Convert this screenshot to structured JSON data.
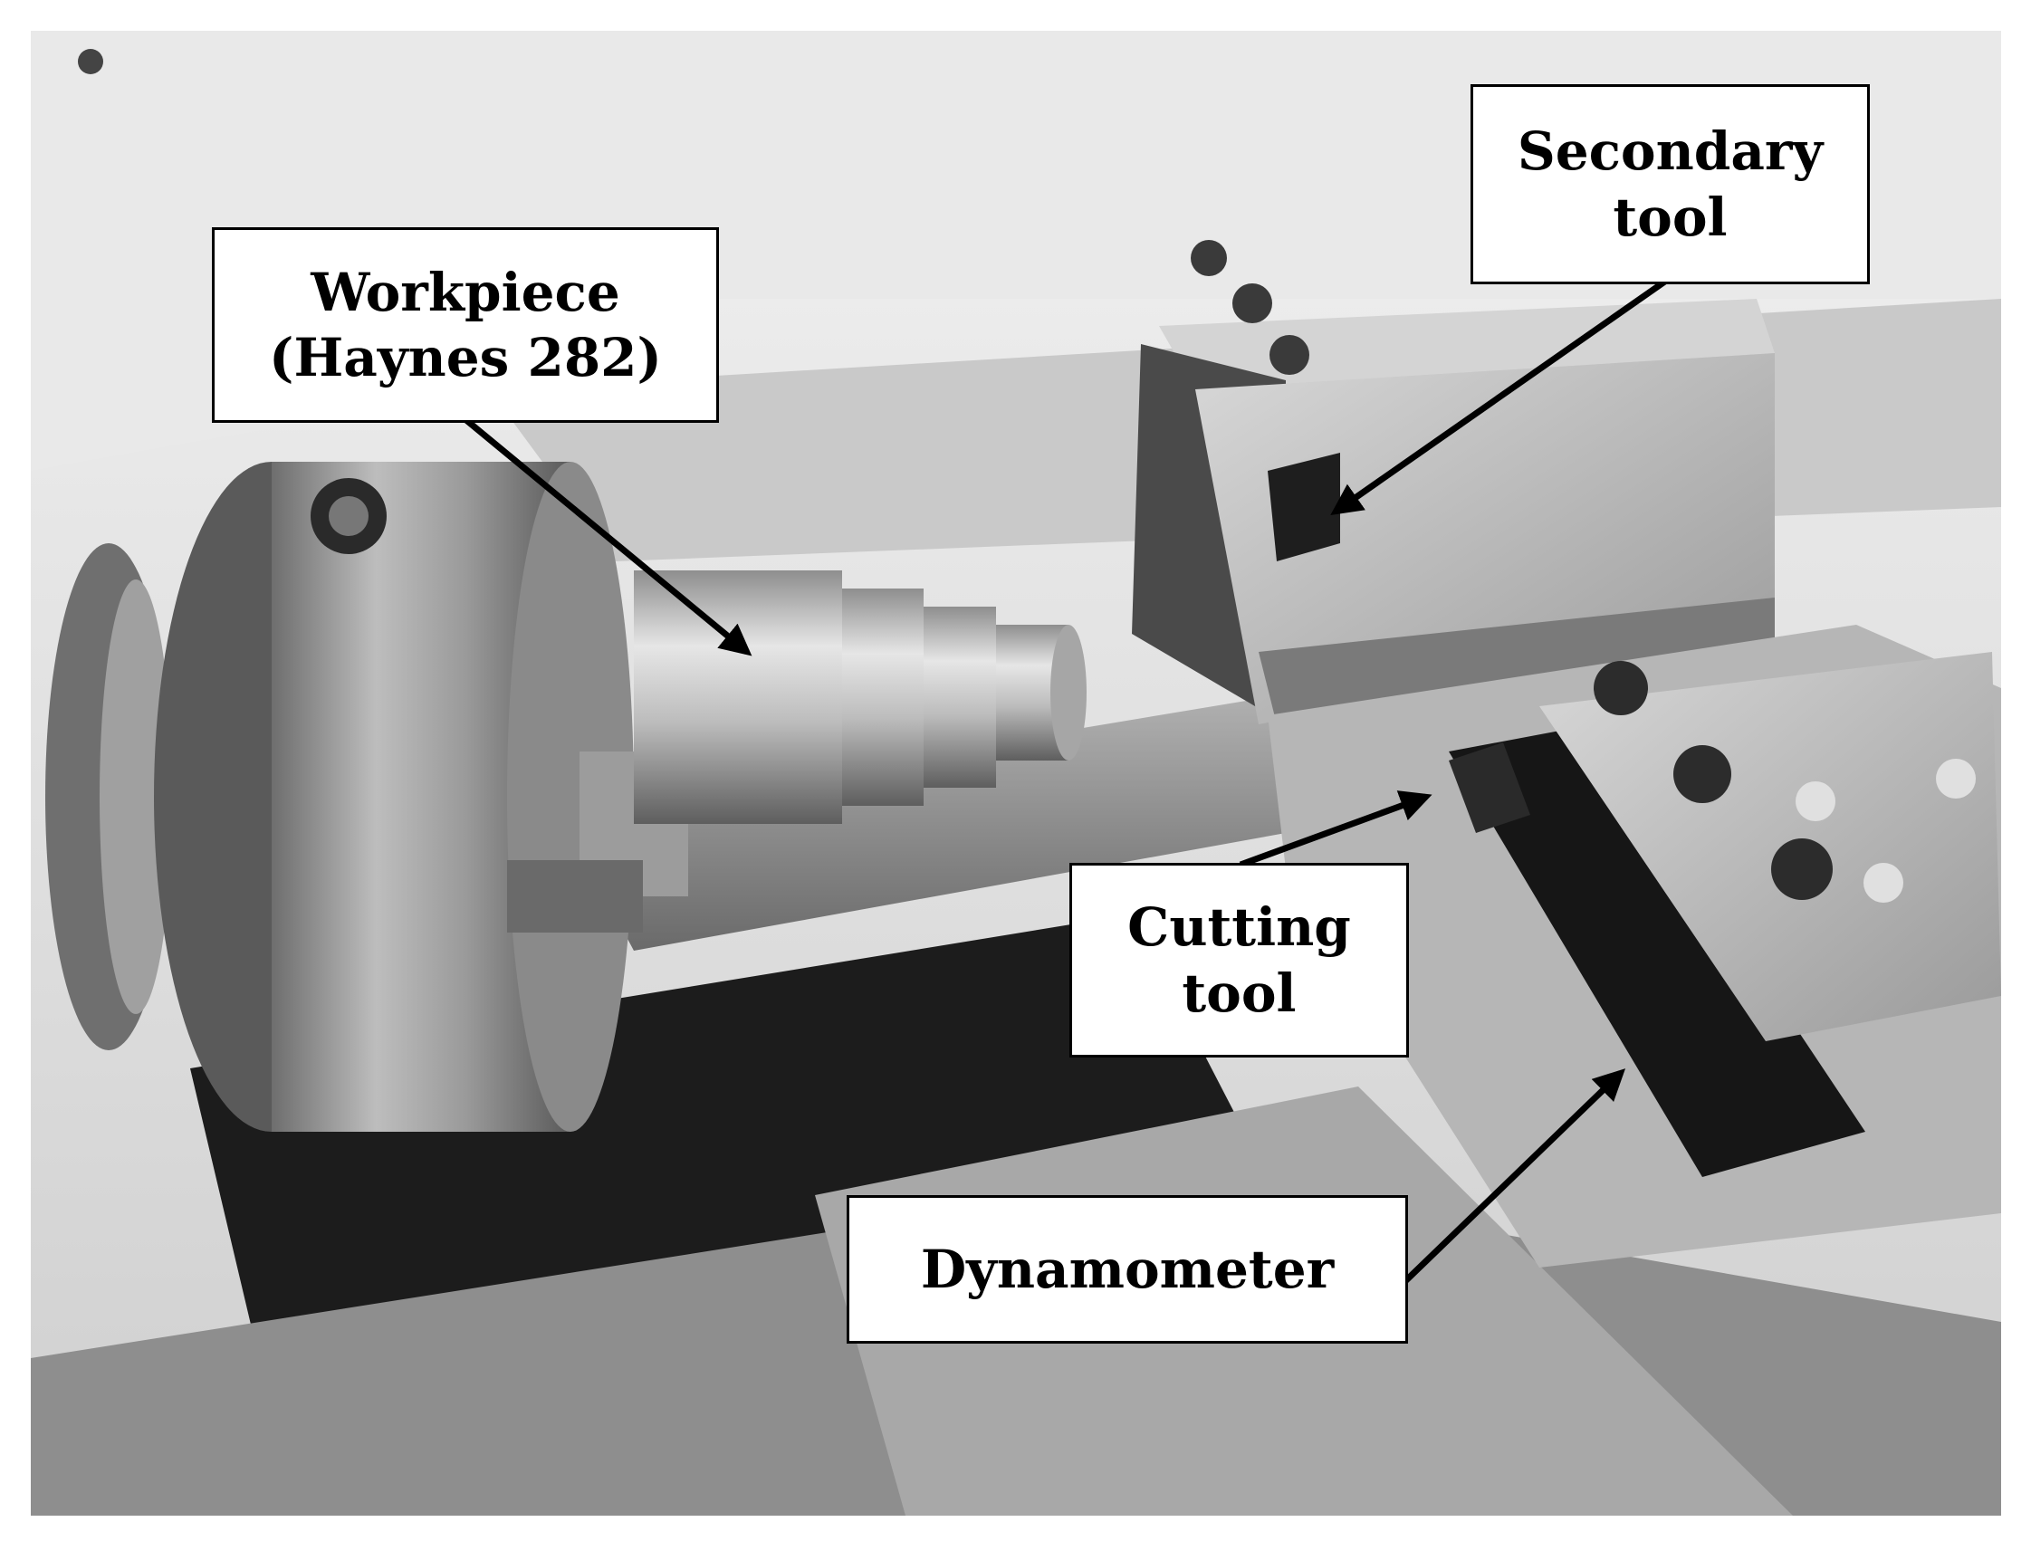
{
  "image": {
    "subject": "lathe-machining-setup",
    "tone": "grayscale",
    "background_color": "#ffffff",
    "colors": {
      "chuck": "#9c9c9c",
      "workpiece": "#cfcfcf",
      "dark": "#1e1e1e",
      "bg_wall": "#e6e6e6"
    }
  },
  "labels": {
    "workpiece": {
      "line1": "Workpiece",
      "line2": "(Haynes 282)"
    },
    "secondary_tool": {
      "line1": "Secondary",
      "line2": "tool"
    },
    "cutting_tool": {
      "line1": "Cutting",
      "line2": "tool"
    },
    "dynamometer": {
      "line1": "Dynamometer"
    }
  }
}
